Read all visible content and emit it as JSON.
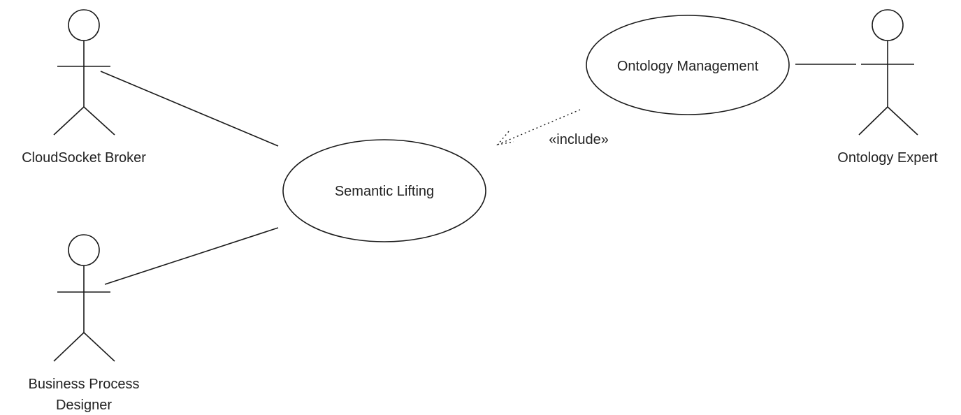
{
  "actors": {
    "cloudsocket_broker": {
      "label": "CloudSocket Broker"
    },
    "business_process_designer": {
      "label_line1": "Business Process",
      "label_line2": "Designer"
    },
    "ontology_expert": {
      "label": "Ontology Expert"
    }
  },
  "use_cases": {
    "semantic_lifting": {
      "label": "Semantic Lifting"
    },
    "ontology_management": {
      "label": "Ontology Management"
    }
  },
  "relationships": {
    "include": {
      "label": "«include»"
    }
  },
  "colors": {
    "line": "#1a1a1a",
    "text": "#222222",
    "background": "#ffffff"
  }
}
